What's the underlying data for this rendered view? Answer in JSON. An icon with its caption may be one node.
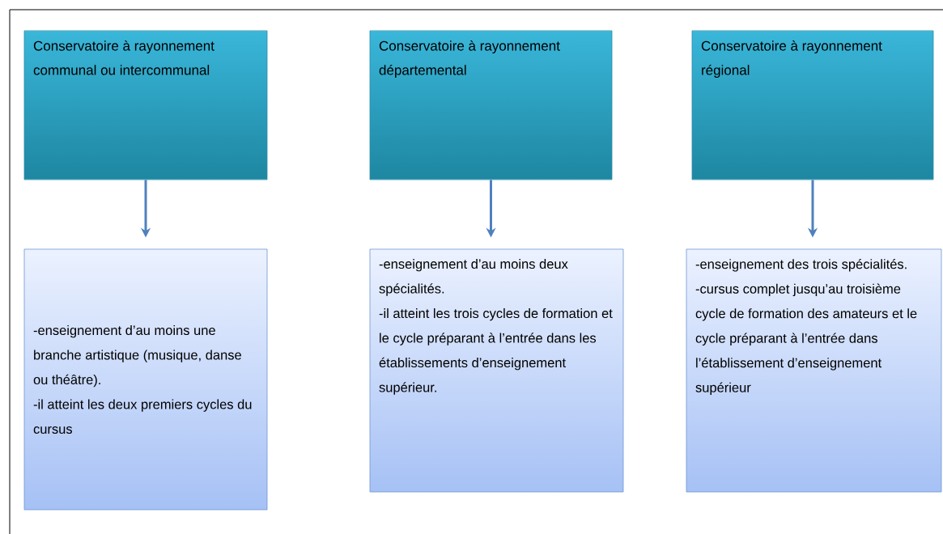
{
  "diagram": {
    "nodes": [
      {
        "text": [
          "Conservatoire à rayonnement communal ou intercommunal"
        ]
      },
      {
        "text": [
          "Conservatoire à rayonnement départemental"
        ]
      },
      {
        "text": [
          "Conservatoire à rayonnement régional"
        ]
      },
      {
        "text": [
          "-enseignement d’au moins une branche artistique (musique, danse ou théâtre).",
          "-il atteint les deux premiers cycles du cursus"
        ]
      },
      {
        "text": [
          "-enseignement d’au moins deux spécialités.",
          "-il atteint les trois cycles de formation et le cycle préparant à l’entrée dans les établissements d’enseignement supérieur."
        ]
      },
      {
        "text": [
          "-enseignement des trois spécialités.",
          "-cursus complet jusqu’au troisième cycle de formation des amateurs et le cycle préparant à l’entrée dans l’établissement d’enseignement supérieur"
        ]
      }
    ],
    "edges": [
      {
        "from": 0,
        "to": 3,
        "arrow": "to"
      },
      {
        "from": 1,
        "to": 4,
        "arrow": "to"
      },
      {
        "from": 2,
        "to": 5,
        "arrow": "to"
      }
    ]
  }
}
